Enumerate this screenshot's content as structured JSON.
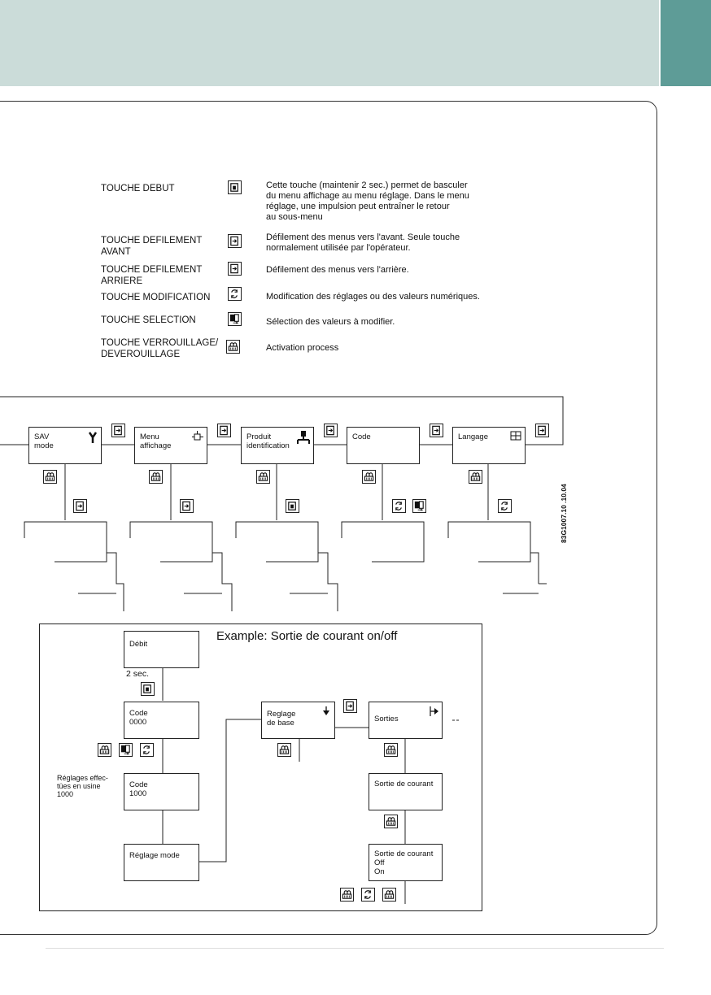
{
  "legend": [
    {
      "name": "TOUCHE DEBUT",
      "desc": [
        "Cette touche (maintenir 2 sec.) permet de basculer",
        "du menu affichage au menu réglage. Dans le menu",
        "réglage, une impulsion peut entraîner le retour",
        "au sous-menu"
      ],
      "icon": "key-start-icon"
    },
    {
      "name": "TOUCHE DEFILEMENT AVANT",
      "desc": [
        "Défilement des menus vers l'avant. Seule touche",
        "normalement utilisée par l'opérateur."
      ],
      "icon": "key-forward-icon"
    },
    {
      "name": "TOUCHE DEFILEMENT ARRIERE",
      "desc": [
        "Défilement des menus vers l'arrière."
      ],
      "icon": "key-back-icon"
    },
    {
      "name": "TOUCHE MODIFICATION",
      "desc": [
        "Modification des réglages ou des valeurs numériques."
      ],
      "icon": "key-modify-icon"
    },
    {
      "name": "TOUCHE SELECTION",
      "desc": [
        "Sélection des valeurs à modifier."
      ],
      "icon": "key-select-icon"
    },
    {
      "name": "TOUCHE VERROUILLAGE/ DEVEROUILLAGE",
      "desc": [
        "Activation process"
      ],
      "icon": "key-lock-icon"
    }
  ],
  "menus": [
    "SAV\nmode",
    "Menu\naffichage",
    "Produit\nidentification",
    "Code",
    "Langage"
  ],
  "drawing_code": "83G1007.10 .10.04",
  "example": {
    "title": "Example: Sortie de courant on/off",
    "debit": "Débit",
    "hold": "2 sec.",
    "code0": "Code\n0000",
    "factory": "Réglages effec-\ntües en usine\n1000",
    "code1": "Code\n1000",
    "reglage_mode": "Réglage mode",
    "reglage_base": "Reglage\nde base",
    "sorties": "Sorties",
    "sortie_courant": "Sortie de courant",
    "sortie_courant_onoff": "Sortie de courant\nOff\nOn"
  }
}
